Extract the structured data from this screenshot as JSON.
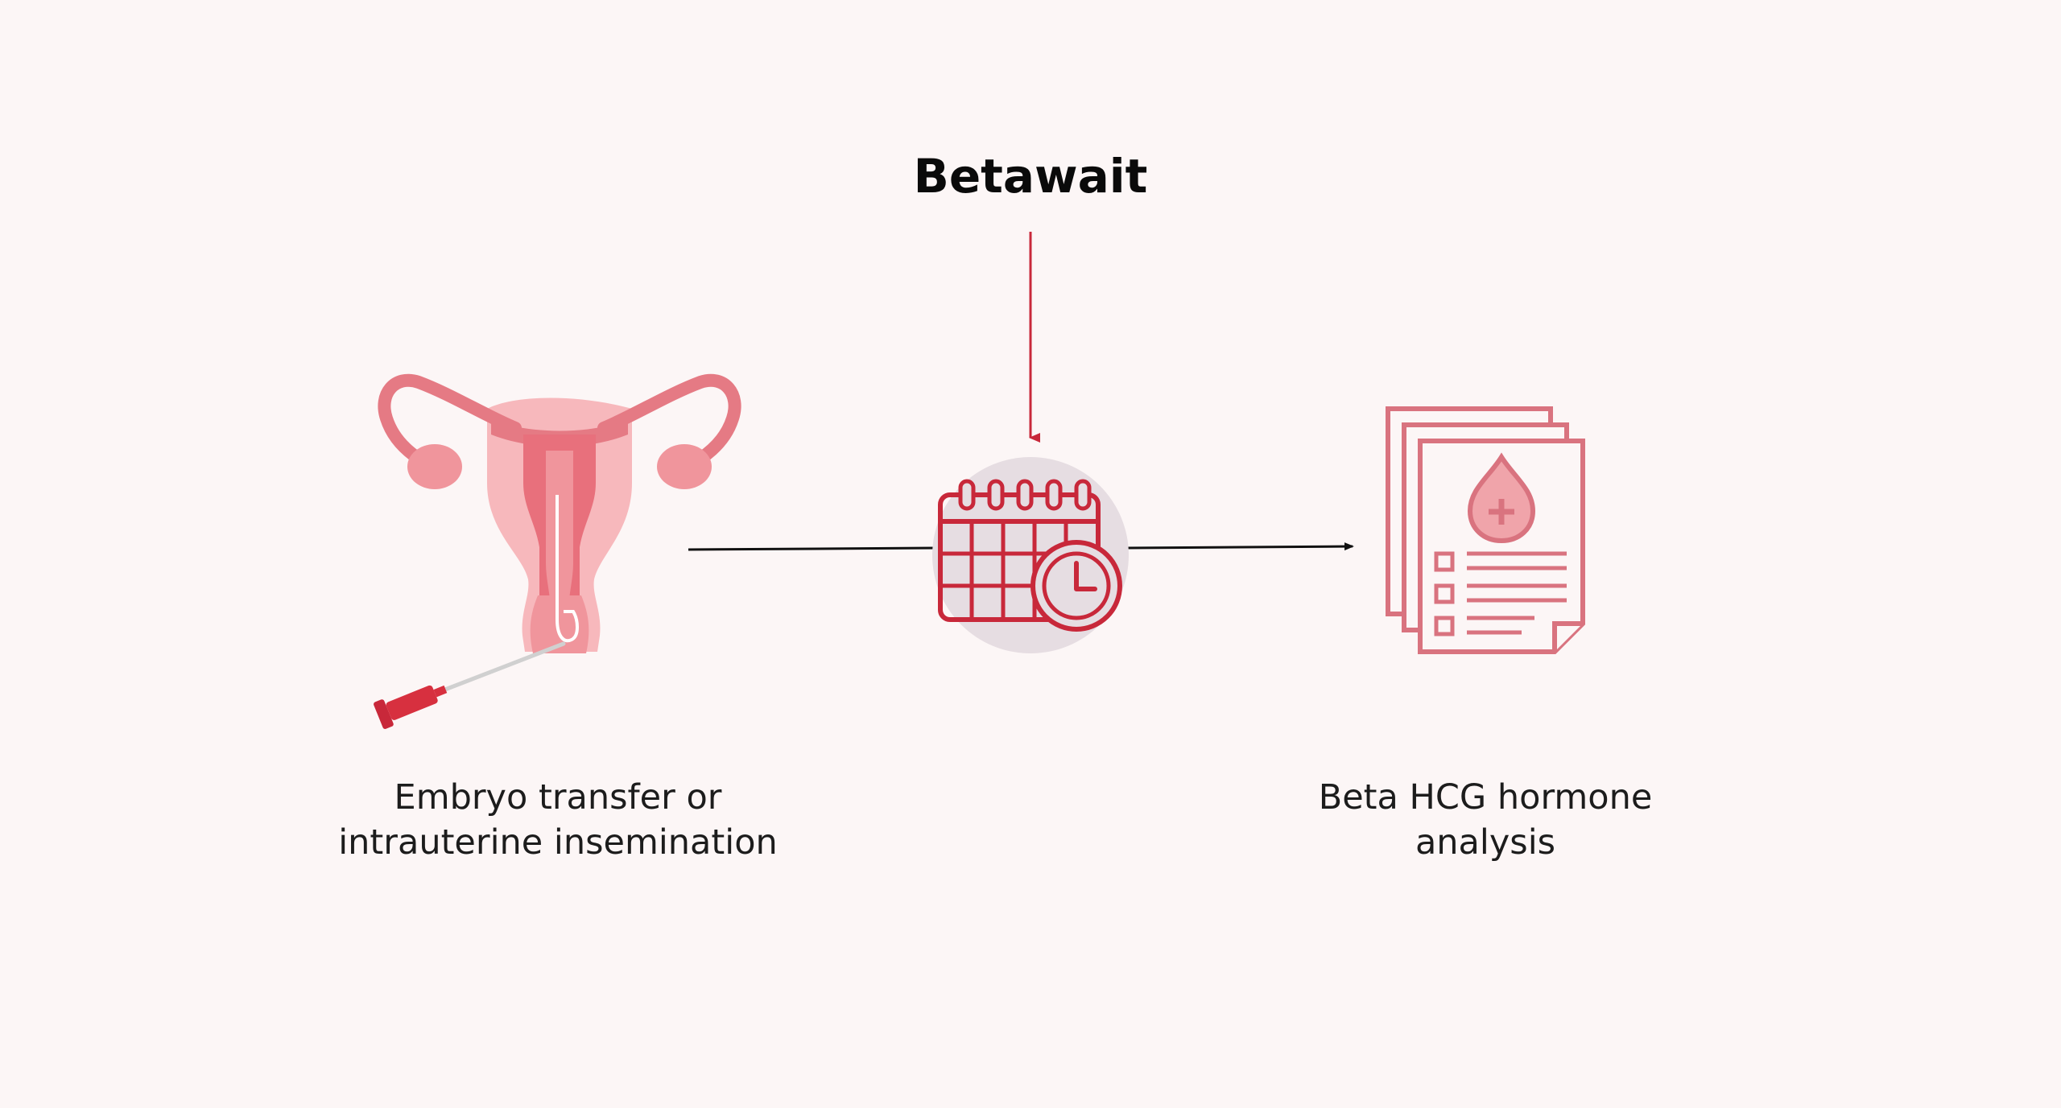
{
  "diagram": {
    "title": "Betawait",
    "left_step": {
      "icon": "uterus-insemination-icon",
      "caption_line1": "Embryo transfer or",
      "caption_line2": "intrauterine insemination"
    },
    "middle_step": {
      "icon": "calendar-clock-icon"
    },
    "right_step": {
      "icon": "blood-test-report-icon",
      "caption_line1": "Beta HCG hormone",
      "caption_line2": "analysis"
    }
  },
  "colors": {
    "background": "#fcf6f6",
    "accent_red": "#c8283a",
    "uterus_pink": "#e57a84",
    "uterus_light": "#f7b8bc",
    "uterus_mid": "#f0959c",
    "report_pink": "#d9737f",
    "circle_grey": "#e6dde2",
    "arrow_black": "#111111"
  }
}
